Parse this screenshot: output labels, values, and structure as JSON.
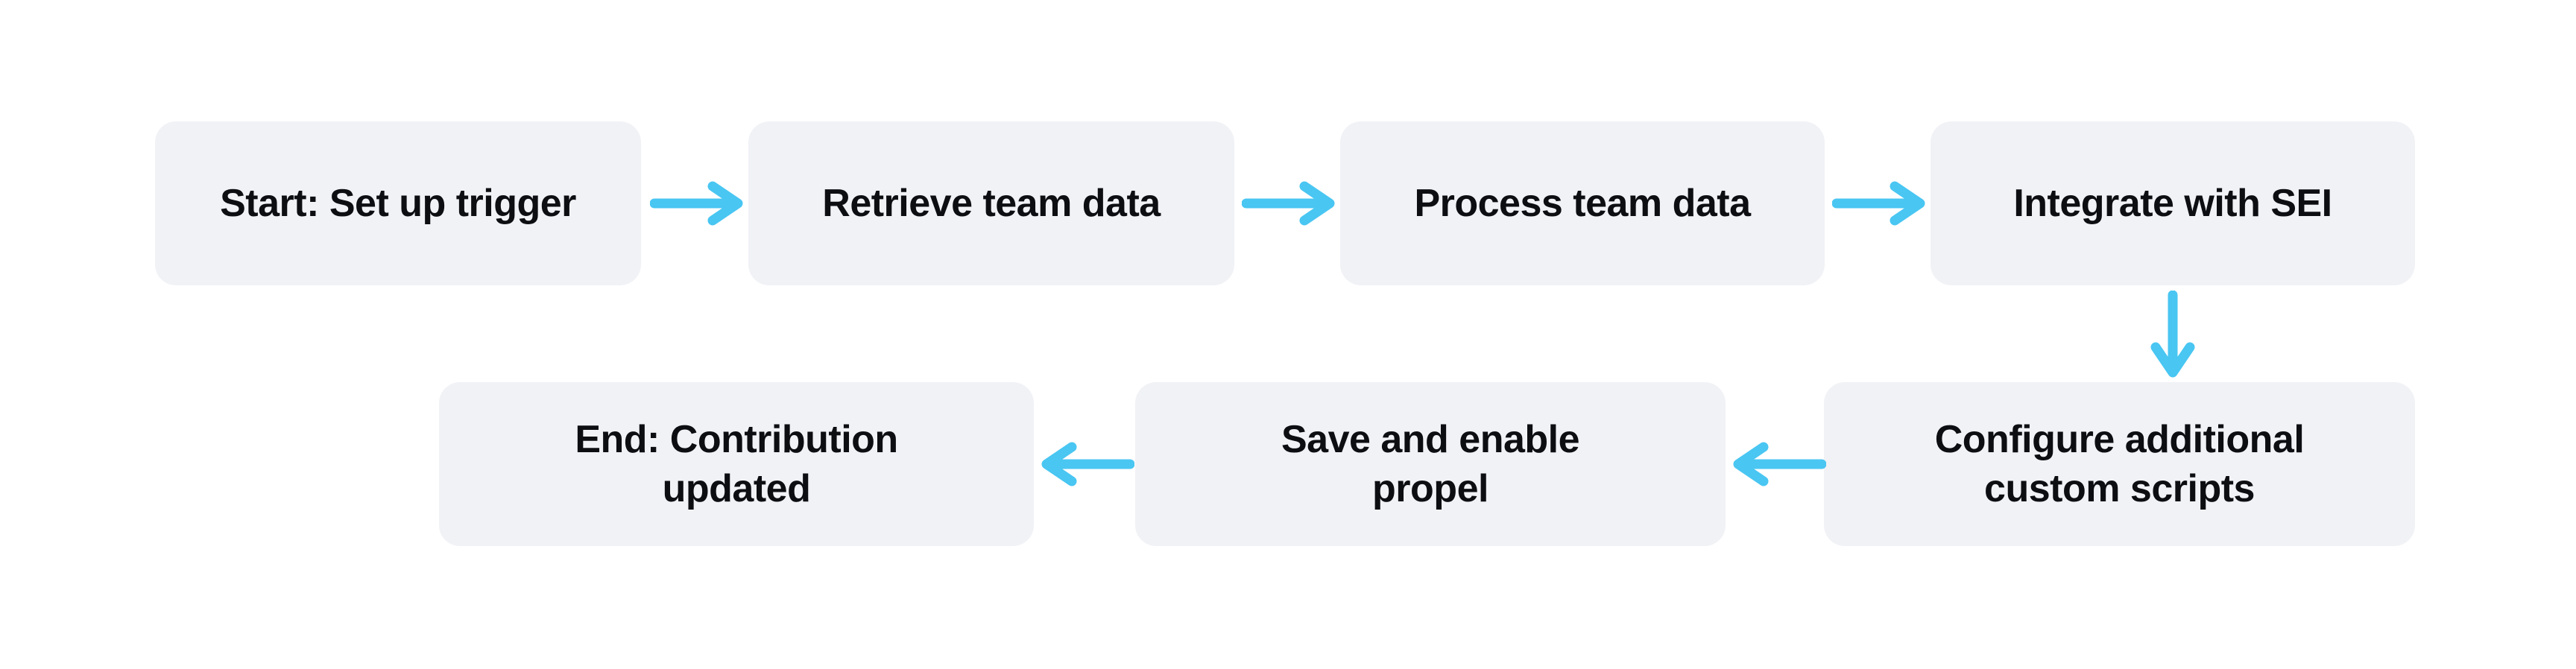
{
  "diagram": {
    "type": "flowchart",
    "colors": {
      "bg": "#ffffff",
      "node_fill": "#f1f2f6",
      "text": "#0d0e12",
      "arrow": "#49c6f2"
    },
    "nodes": [
      {
        "id": "start",
        "label": "Start: Set up trigger"
      },
      {
        "id": "retrieve",
        "label": "Retrieve team data"
      },
      {
        "id": "process",
        "label": "Process team data"
      },
      {
        "id": "integrate",
        "label": "Integrate with SEI"
      },
      {
        "id": "configure",
        "label": "Configure additional\ncustom scripts"
      },
      {
        "id": "save",
        "label": "Save and enable\npropel"
      },
      {
        "id": "end",
        "label": "End: Contribution\nupdated"
      }
    ],
    "edges": [
      {
        "from": "start",
        "to": "retrieve",
        "direction": "right"
      },
      {
        "from": "retrieve",
        "to": "process",
        "direction": "right"
      },
      {
        "from": "process",
        "to": "integrate",
        "direction": "right"
      },
      {
        "from": "integrate",
        "to": "configure",
        "direction": "down"
      },
      {
        "from": "configure",
        "to": "save",
        "direction": "left"
      },
      {
        "from": "save",
        "to": "end",
        "direction": "left"
      }
    ]
  }
}
